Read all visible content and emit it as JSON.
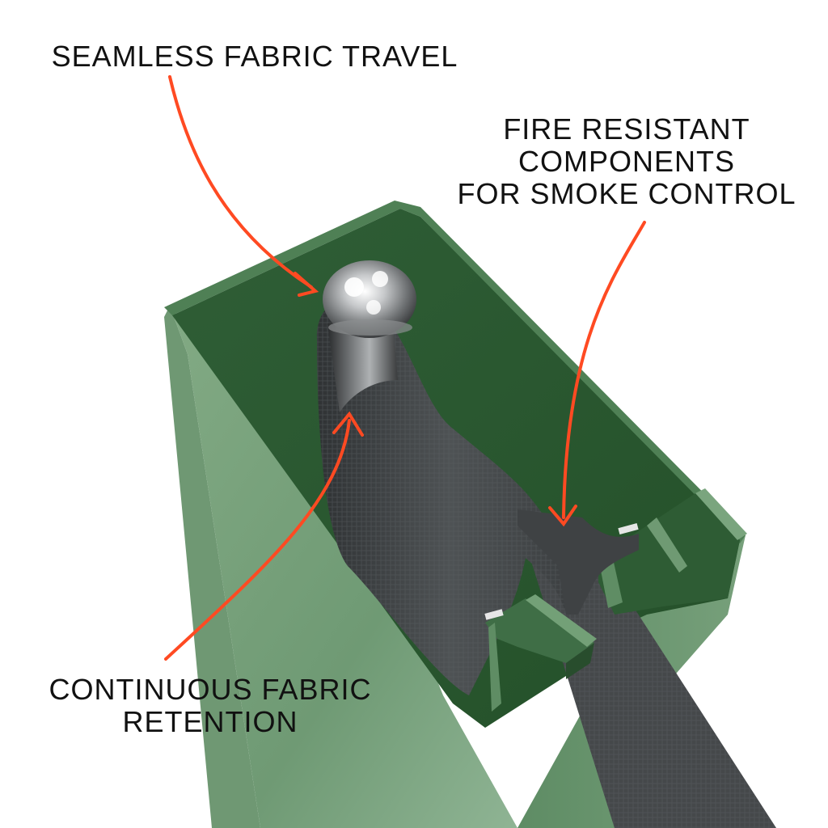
{
  "callouts": {
    "seamless": {
      "lines": [
        "SEAMLESS FABRIC TRAVEL"
      ]
    },
    "fire": {
      "lines": [
        "FIRE RESISTANT",
        "COMPONENTS",
        "FOR SMOKE CONTROL"
      ]
    },
    "continuous": {
      "lines": [
        "CONTINUOUS FABRIC",
        "RETENTION"
      ]
    }
  },
  "colors": {
    "arrow": "#ff4a22",
    "housing_light": "#7aa27c",
    "housing_mid": "#5c8a62",
    "housing_dark": "#2f5a36",
    "housing_interior": "#2e5a34",
    "fabric": "#4a4d4f",
    "fabric_dark": "#34373a",
    "metal": "#c8c8c8"
  },
  "icons": {
    "rod_end": "ball-end-icon",
    "arrow": "curved-arrow-icon"
  }
}
